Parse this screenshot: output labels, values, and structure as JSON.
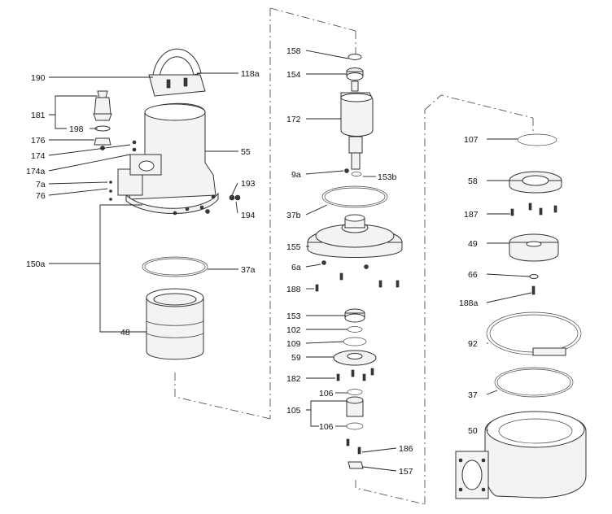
{
  "labels": {
    "p190": "190",
    "p118a": "118a",
    "p181": "181",
    "p198": "198",
    "p176": "176",
    "p174": "174",
    "p174a": "174a",
    "p55": "55",
    "p7a": "7a",
    "p76": "76",
    "p193": "193",
    "p194": "194",
    "p150a": "150a",
    "p37a": "37a",
    "p48": "48",
    "p158": "158",
    "p154": "154",
    "p172": "172",
    "p9a": "9a",
    "p153b": "153b",
    "p37b": "37b",
    "p155": "155",
    "p6a": "6a",
    "p188": "188",
    "p153": "153",
    "p102": "102",
    "p109": "109",
    "p59": "59",
    "p182": "182",
    "p106a": "106",
    "p105": "105",
    "p106b": "106",
    "p186": "186",
    "p157": "157",
    "p107": "107",
    "p58": "58",
    "p187": "187",
    "p49": "49",
    "p66": "66",
    "p188a": "188a",
    "p92": "92",
    "p37": "37",
    "p50": "50"
  }
}
